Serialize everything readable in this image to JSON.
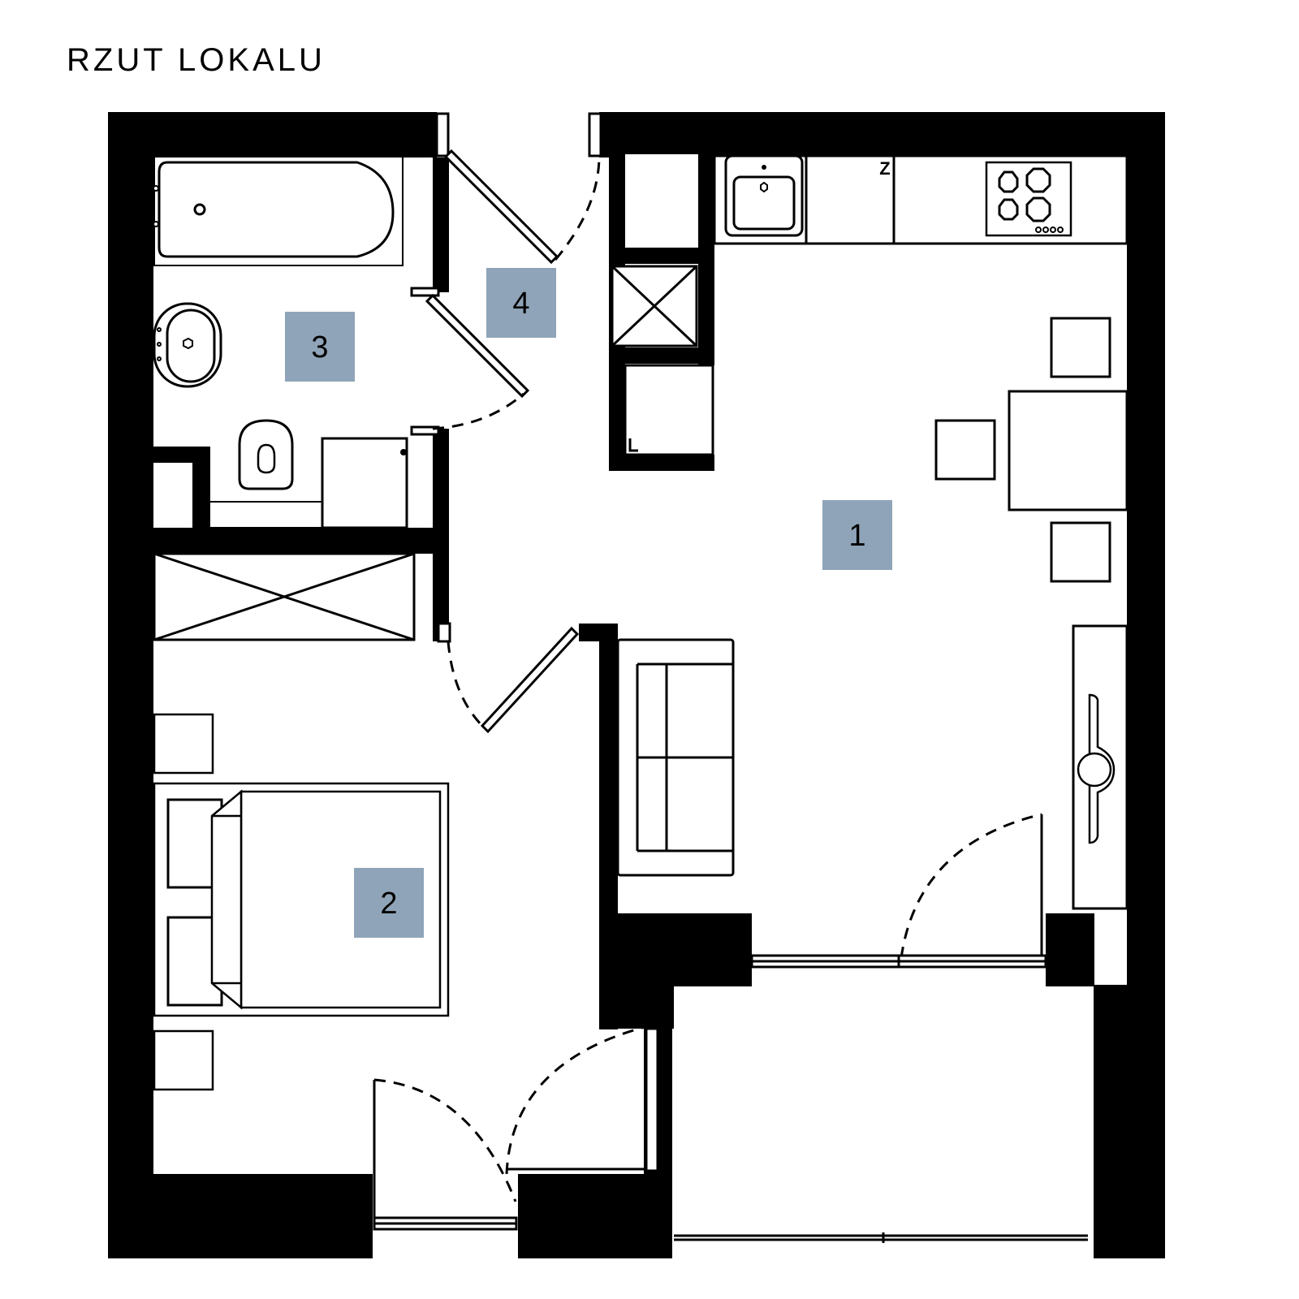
{
  "title": "RZUT LOKALU",
  "colors": {
    "wall": "#000000",
    "label_box": "#8fa4b8",
    "background": "#ffffff"
  },
  "rooms": [
    {
      "number": "1"
    },
    {
      "number": "2"
    },
    {
      "number": "3"
    },
    {
      "number": "4"
    }
  ],
  "fixtures": {
    "kitchen_marker": "Z"
  }
}
